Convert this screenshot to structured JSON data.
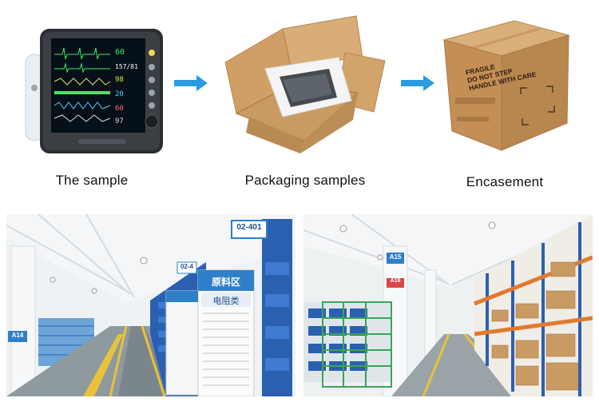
{
  "steps": [
    {
      "caption": "The sample"
    },
    {
      "caption": "Packaging samples"
    },
    {
      "caption": "Encasement"
    }
  ],
  "monitor": {
    "readouts": [
      "60",
      "157/81",
      "98",
      "20",
      "60",
      "97"
    ]
  },
  "box": {
    "label_lines": [
      "FRAGILE",
      "DO NOT STEP",
      "HANDLE WITH CARE"
    ]
  },
  "warehouse_left": {
    "top_sign": "02-401",
    "panel_title": "原料区",
    "panel_sub": "电阻类",
    "small_sign": "02-4",
    "end_label": "A14"
  },
  "warehouse_right": {
    "sign_a": "A15",
    "sign_b": "A16"
  },
  "colors": {
    "arrow": "#2a9be0",
    "rack_blue": "#2b5fb0",
    "cardboard": "#c99a62",
    "floor_yellow": "#e8c23a"
  }
}
